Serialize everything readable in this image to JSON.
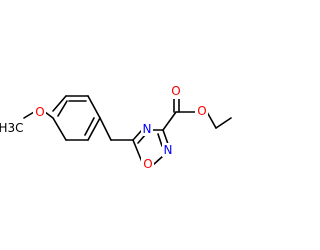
{
  "molecule": {
    "atoms": {
      "o_methoxy": {
        "label": "O",
        "color": "#ff0000"
      },
      "c_methyl": {
        "label": "H3C",
        "color": "#000000"
      },
      "n_ring_a": {
        "label": "N",
        "color": "#0000ff"
      },
      "o_ring": {
        "label": "O",
        "color": "#ff0000"
      },
      "n_ring_b": {
        "label": "N",
        "color": "#0000ff"
      },
      "o_carbonyl": {
        "label": "O",
        "color": "#ff0000"
      },
      "o_ester": {
        "label": "O",
        "color": "#ff0000"
      }
    },
    "colors": {
      "bond": "#000000",
      "background": "#ffffff"
    }
  }
}
